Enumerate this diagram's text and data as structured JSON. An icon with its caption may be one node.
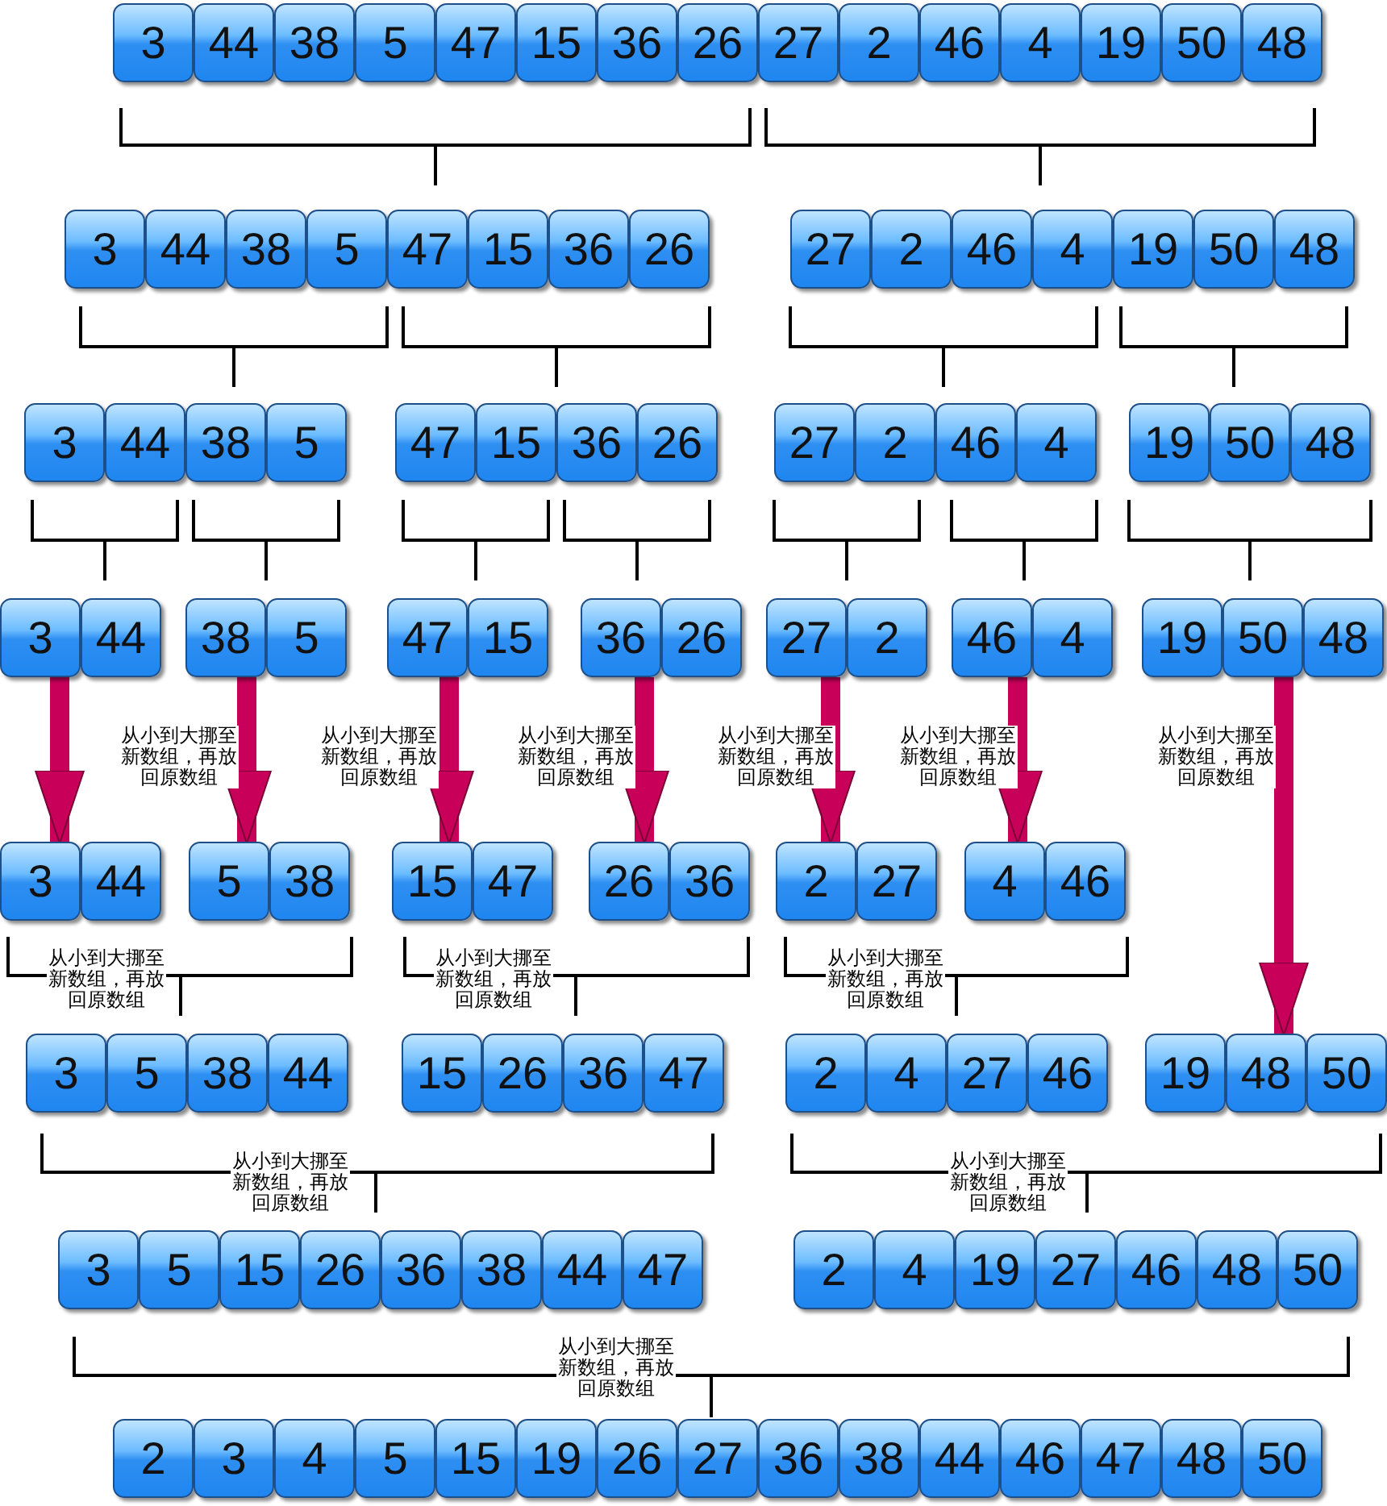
{
  "diagram": {
    "nodes": [
      {
        "text": [
          "3"
        ]
      },
      {
        "text": [
          "44"
        ]
      },
      {
        "text": [
          "38"
        ]
      },
      {
        "text": [
          "5"
        ]
      },
      {
        "text": [
          "47"
        ]
      },
      {
        "text": [
          "15"
        ]
      },
      {
        "text": [
          "36"
        ]
      },
      {
        "text": [
          "26"
        ]
      },
      {
        "text": [
          "27"
        ]
      },
      {
        "text": [
          "2"
        ]
      },
      {
        "text": [
          "46"
        ]
      },
      {
        "text": [
          "4"
        ]
      },
      {
        "text": [
          "19"
        ]
      },
      {
        "text": [
          "50"
        ]
      },
      {
        "text": [
          "48"
        ]
      },
      {
        "text": [
          "3"
        ]
      },
      {
        "text": [
          "44"
        ]
      },
      {
        "text": [
          "38"
        ]
      },
      {
        "text": [
          "5"
        ]
      },
      {
        "text": [
          "47"
        ]
      },
      {
        "text": [
          "15"
        ]
      },
      {
        "text": [
          "36"
        ]
      },
      {
        "text": [
          "26"
        ]
      },
      {
        "text": [
          "27"
        ]
      },
      {
        "text": [
          "2"
        ]
      },
      {
        "text": [
          "46"
        ]
      },
      {
        "text": [
          "4"
        ]
      },
      {
        "text": [
          "19"
        ]
      },
      {
        "text": [
          "50"
        ]
      },
      {
        "text": [
          "48"
        ]
      },
      {
        "text": [
          "3"
        ]
      },
      {
        "text": [
          "44"
        ]
      },
      {
        "text": [
          "38"
        ]
      },
      {
        "text": [
          "5"
        ]
      },
      {
        "text": [
          "47"
        ]
      },
      {
        "text": [
          "15"
        ]
      },
      {
        "text": [
          "36"
        ]
      },
      {
        "text": [
          "26"
        ]
      },
      {
        "text": [
          "27"
        ]
      },
      {
        "text": [
          "2"
        ]
      },
      {
        "text": [
          "46"
        ]
      },
      {
        "text": [
          "4"
        ]
      },
      {
        "text": [
          "19"
        ]
      },
      {
        "text": [
          "50"
        ]
      },
      {
        "text": [
          "48"
        ]
      },
      {
        "text": [
          "3"
        ]
      },
      {
        "text": [
          "44"
        ]
      },
      {
        "text": [
          "38"
        ]
      },
      {
        "text": [
          "5"
        ]
      },
      {
        "text": [
          "47"
        ]
      },
      {
        "text": [
          "15"
        ]
      },
      {
        "text": [
          "36"
        ]
      },
      {
        "text": [
          "26"
        ]
      },
      {
        "text": [
          "27"
        ]
      },
      {
        "text": [
          "2"
        ]
      },
      {
        "text": [
          "46"
        ]
      },
      {
        "text": [
          "4"
        ]
      },
      {
        "text": [
          "19"
        ]
      },
      {
        "text": [
          "50"
        ]
      },
      {
        "text": [
          "48"
        ]
      },
      {
        "text": [
          "3"
        ]
      },
      {
        "text": [
          "44"
        ]
      },
      {
        "text": [
          "5"
        ]
      },
      {
        "text": [
          "38"
        ]
      },
      {
        "text": [
          "15"
        ]
      },
      {
        "text": [
          "47"
        ]
      },
      {
        "text": [
          "26"
        ]
      },
      {
        "text": [
          "36"
        ]
      },
      {
        "text": [
          "2"
        ]
      },
      {
        "text": [
          "27"
        ]
      },
      {
        "text": [
          "4"
        ]
      },
      {
        "text": [
          "46"
        ]
      },
      {
        "text": [
          "3"
        ]
      },
      {
        "text": [
          "5"
        ]
      },
      {
        "text": [
          "38"
        ]
      },
      {
        "text": [
          "44"
        ]
      },
      {
        "text": [
          "15"
        ]
      },
      {
        "text": [
          "26"
        ]
      },
      {
        "text": [
          "36"
        ]
      },
      {
        "text": [
          "47"
        ]
      },
      {
        "text": [
          "2"
        ]
      },
      {
        "text": [
          "4"
        ]
      },
      {
        "text": [
          "27"
        ]
      },
      {
        "text": [
          "46"
        ]
      },
      {
        "text": [
          "19"
        ]
      },
      {
        "text": [
          "48"
        ]
      },
      {
        "text": [
          "50"
        ]
      },
      {
        "text": [
          "3"
        ]
      },
      {
        "text": [
          "5"
        ]
      },
      {
        "text": [
          "15"
        ]
      },
      {
        "text": [
          "26"
        ]
      },
      {
        "text": [
          "36"
        ]
      },
      {
        "text": [
          "38"
        ]
      },
      {
        "text": [
          "44"
        ]
      },
      {
        "text": [
          "47"
        ]
      },
      {
        "text": [
          "2"
        ]
      },
      {
        "text": [
          "4"
        ]
      },
      {
        "text": [
          "19"
        ]
      },
      {
        "text": [
          "27"
        ]
      },
      {
        "text": [
          "46"
        ]
      },
      {
        "text": [
          "48"
        ]
      },
      {
        "text": [
          "50"
        ]
      },
      {
        "text": [
          "2"
        ]
      },
      {
        "text": [
          "3"
        ]
      },
      {
        "text": [
          "4"
        ]
      },
      {
        "text": [
          "5"
        ]
      },
      {
        "text": [
          "15"
        ]
      },
      {
        "text": [
          "19"
        ]
      },
      {
        "text": [
          "26"
        ]
      },
      {
        "text": [
          "27"
        ]
      },
      {
        "text": [
          "36"
        ]
      },
      {
        "text": [
          "38"
        ]
      },
      {
        "text": [
          "44"
        ]
      },
      {
        "text": [
          "46"
        ]
      },
      {
        "text": [
          "47"
        ]
      },
      {
        "text": [
          "48"
        ]
      },
      {
        "text": [
          "50"
        ]
      }
    ],
    "edges": [
      {
        "from": 45,
        "to": 60,
        "arrow": "to"
      },
      {
        "from": 47,
        "to": 62,
        "arrow": "to"
      },
      {
        "from": 49,
        "to": 64,
        "arrow": "to"
      },
      {
        "from": 51,
        "to": 66,
        "arrow": "to"
      },
      {
        "from": 53,
        "to": 68,
        "arrow": "to"
      },
      {
        "from": 55,
        "to": 70,
        "arrow": "to"
      },
      {
        "from": 58,
        "to": 85,
        "arrow": "to"
      }
    ],
    "labels": [
      "从小到大挪至新数组，再放回原数组",
      "从小到大挪至新数组，再放回原数组",
      "从小到大挪至新数组，再放回原数组",
      "从小到大挪至新数组，再放回原数组",
      "从小到大挪至新数组，再放回原数组",
      "从小到大挪至新数组，再放回原数组",
      "从小到大挪至新数组，再放回原数组",
      "从小到大挪至新数组，再放回原数组",
      "从小到大挪至新数组，再放回原数组",
      "从小到大挪至新数组，再放回原数组",
      "从小到大挪至新数组，再放回原数组",
      "从小到大挪至新数组，再放回原数组"
    ]
  }
}
